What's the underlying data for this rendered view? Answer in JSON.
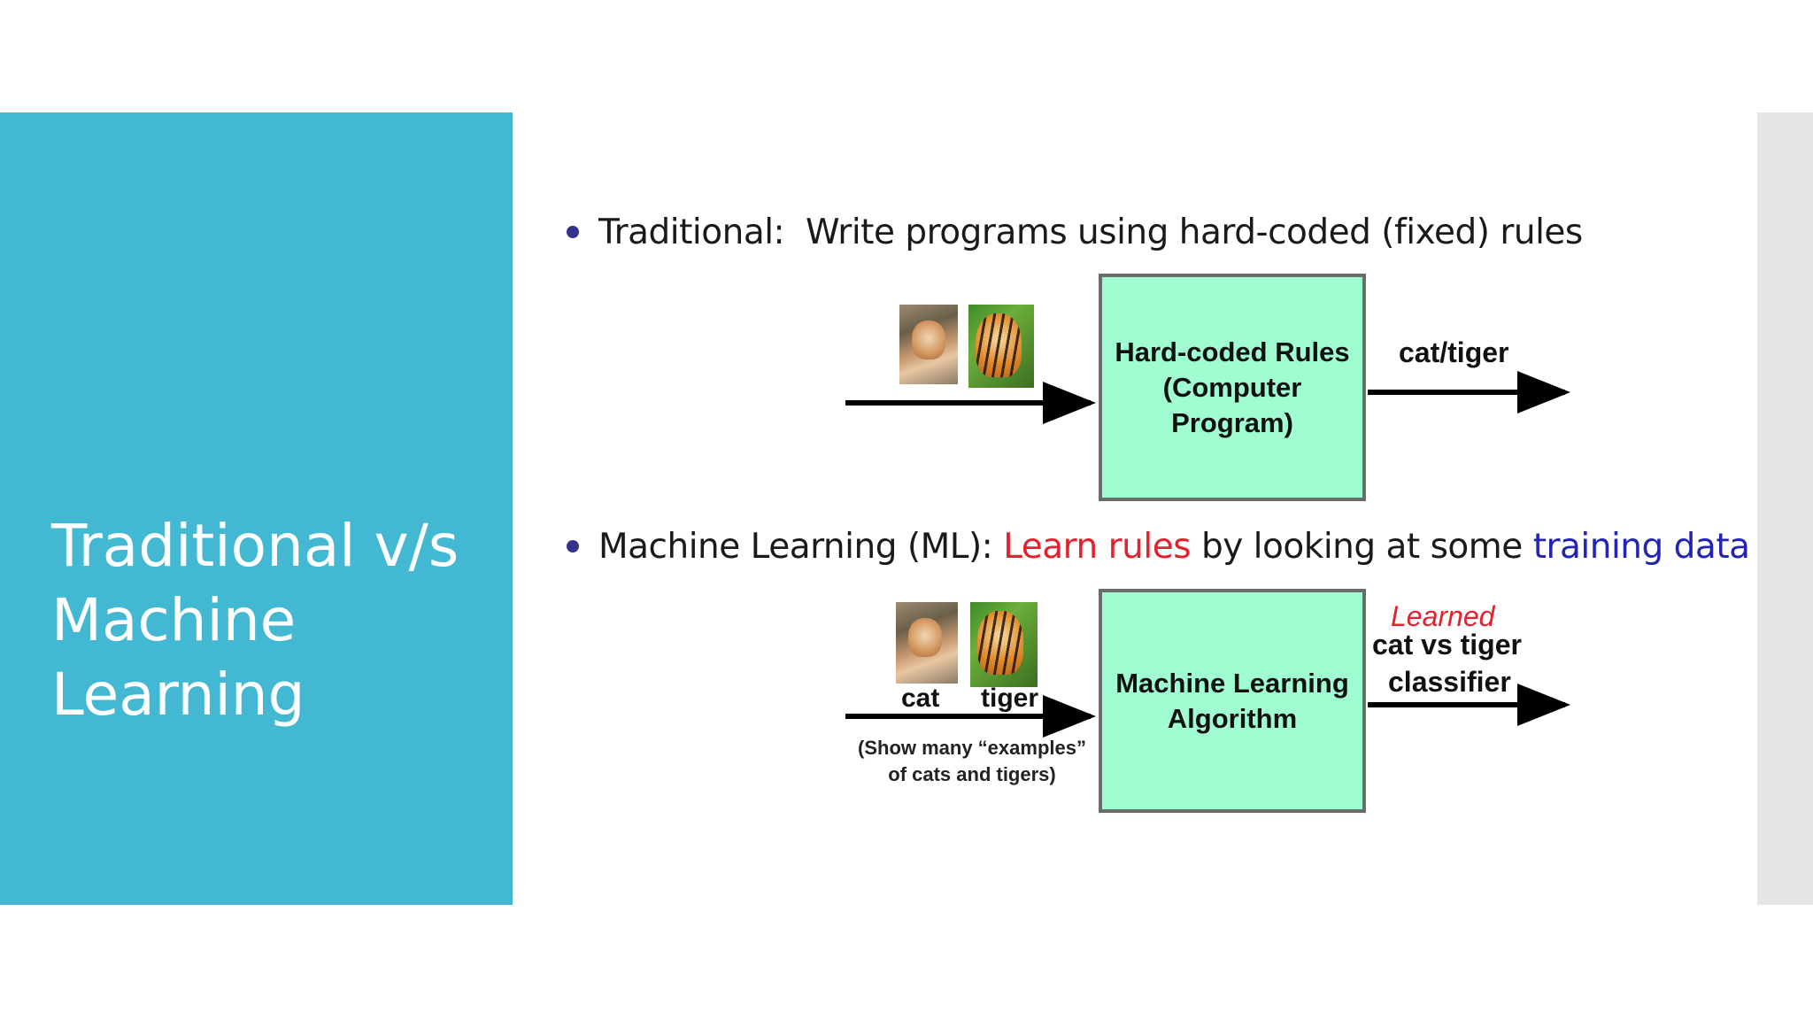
{
  "slide": {
    "title": "Traditional v/s Machine Learning"
  },
  "traditional": {
    "bullet_label": "Traditional:",
    "bullet_text": "Write programs using hard-coded (fixed) rules",
    "box_text": "Hard-coded Rules\n(Computer Program)",
    "output_label": "cat/tiger",
    "images": [
      "cat-image",
      "tiger-image"
    ]
  },
  "ml": {
    "bullet_prefix": "Machine Learning (ML):",
    "bullet_highlight_red": "Learn rules",
    "bullet_middle": "by looking at some",
    "bullet_highlight_blue": "training data",
    "box_text": "Machine Learning\nAlgorithm",
    "cat_label": "cat",
    "tiger_label": "tiger",
    "examples_note_line1": "(Show many “examples”",
    "examples_note_line2": "of cats and tigers)",
    "output_learned": "Learned",
    "output_line1": "cat vs tiger",
    "output_line2": "classifier"
  },
  "colors": {
    "title_panel": "#42b8d3",
    "box_fill": "#9ffdd1",
    "highlight_red": "#e3212f",
    "highlight_blue": "#2323b5",
    "bullet": "#33338c"
  }
}
